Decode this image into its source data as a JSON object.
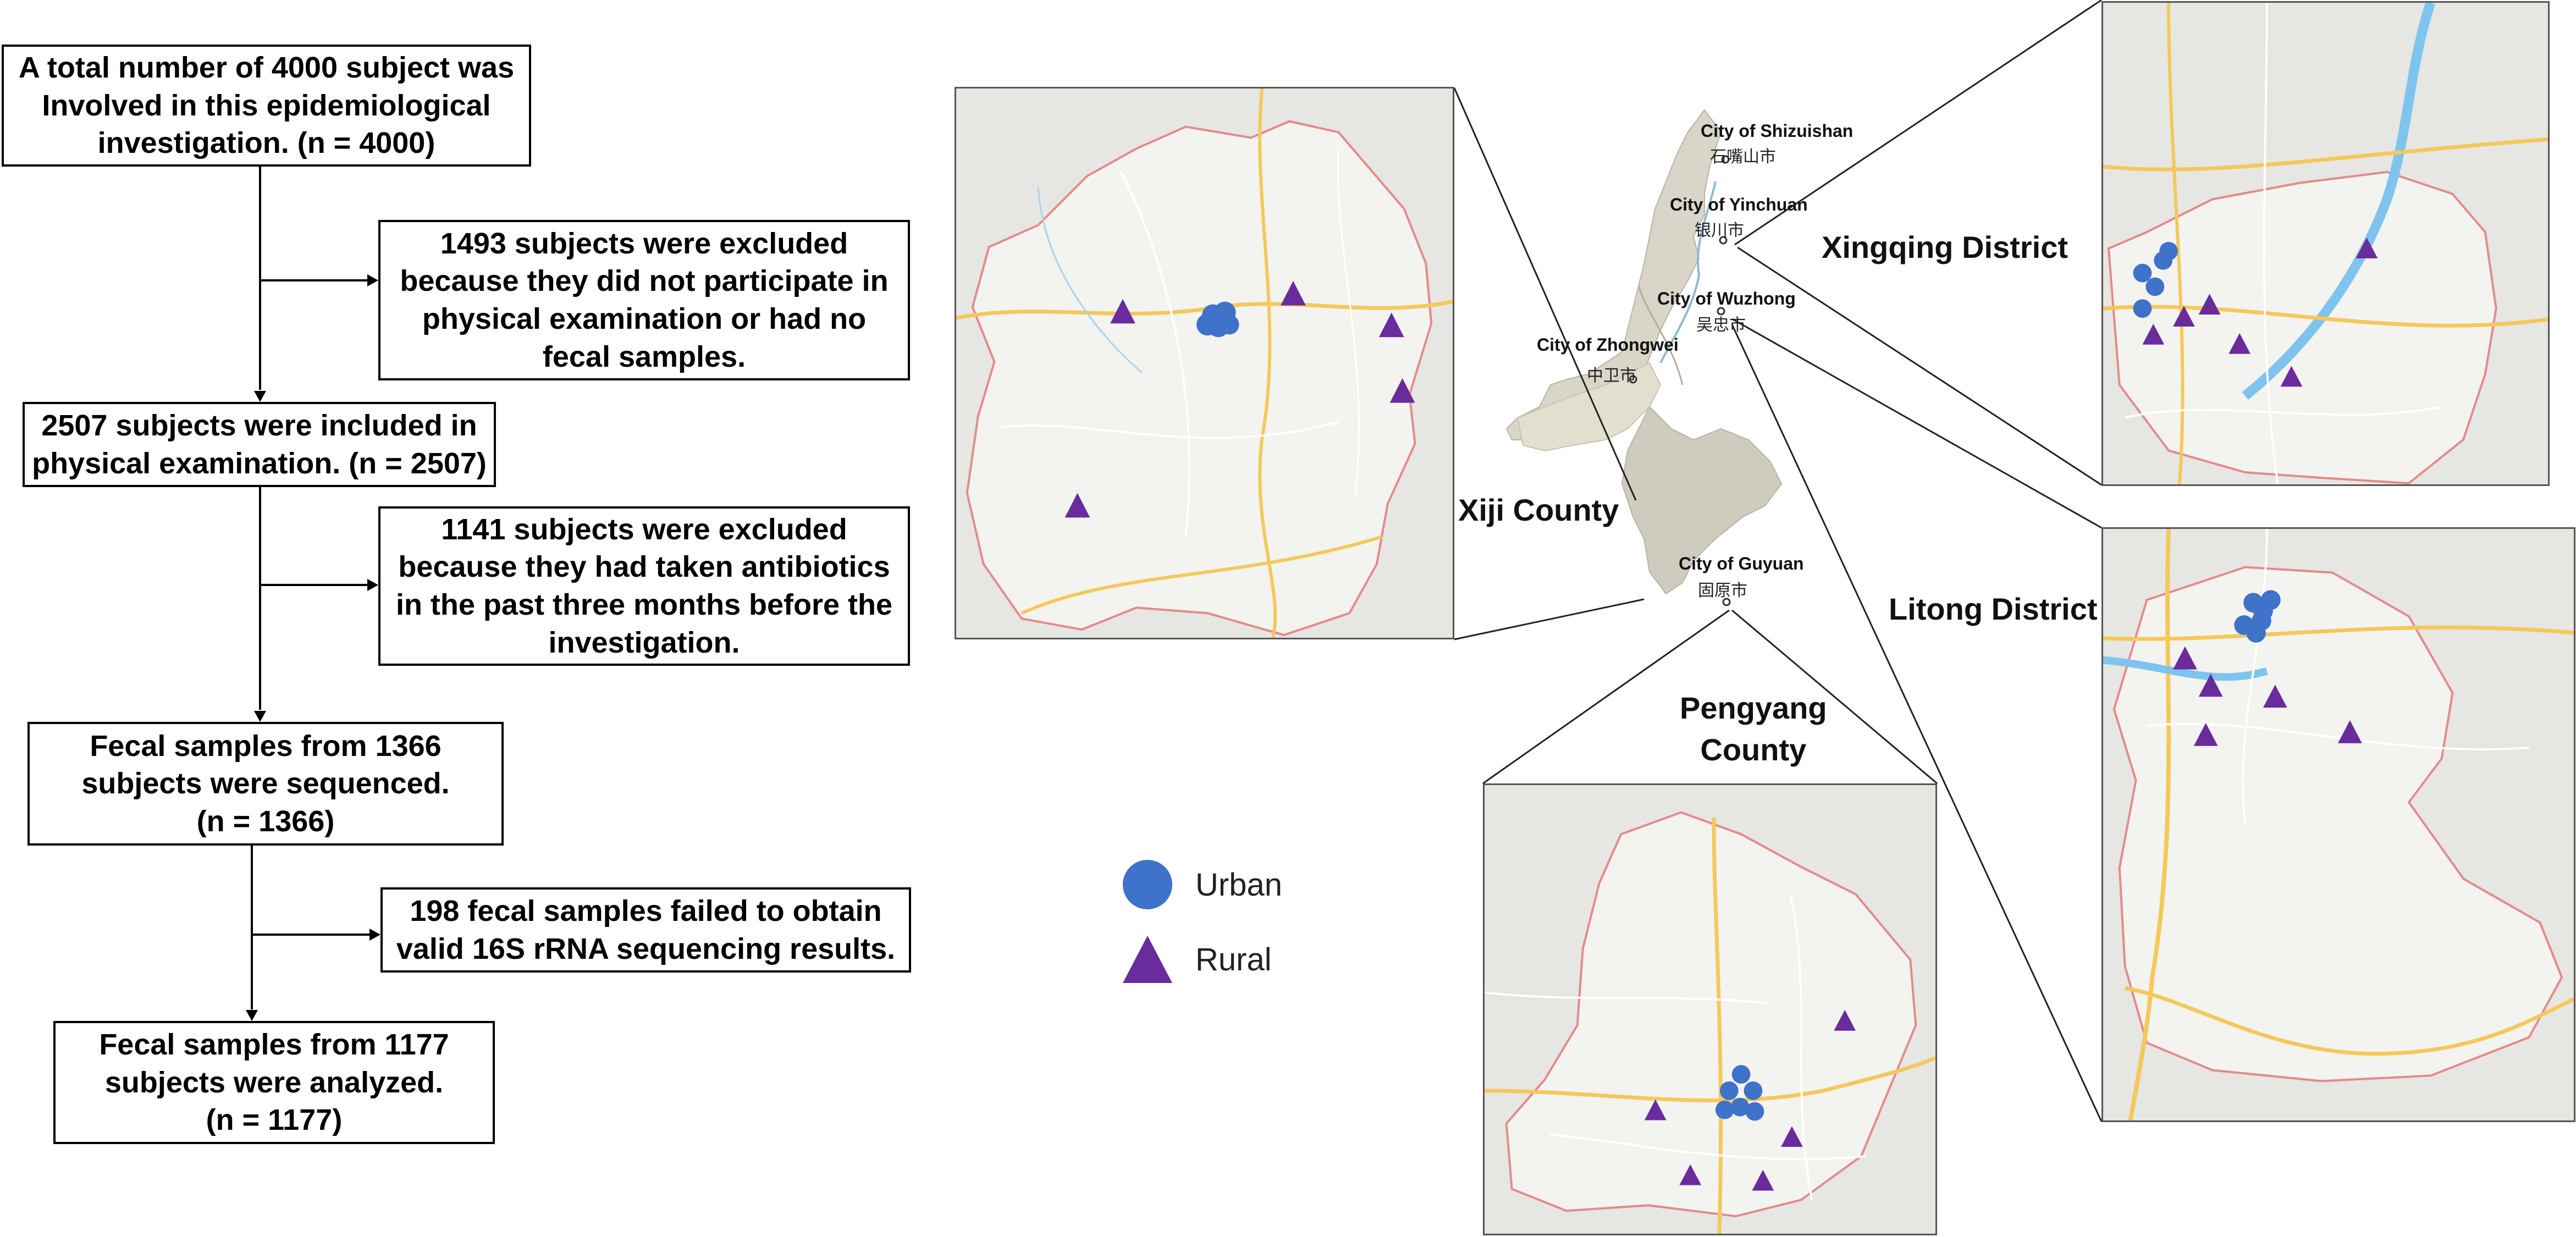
{
  "flowchart": {
    "total": "A total number of 4000 subject was\nInvolved in this epidemiological\ninvestigation.  (n = 4000)",
    "excluded1": "1493 subjects were excluded\nbecause they did not participate in\nphysical examination or had no\nfecal samples.",
    "included": "2507 subjects were included in\nphysical examination. (n = 2507)",
    "excluded2": "1141 subjects were excluded\nbecause they had taken antibiotics\nin the past three months before the\ninvestigation.",
    "sequenced": "Fecal samples from 1366\nsubjects were sequenced.\n(n = 1366)",
    "failed": "198 fecal samples failed to obtain\nvalid 16S rRNA sequencing results.",
    "analyzed": "Fecal samples from 1177\nsubjects were analyzed.\n(n = 1177)"
  },
  "legend": {
    "urban": "Urban",
    "rural": "Rural",
    "urban_color": "#3f72c9",
    "rural_color": "#6a2b9c",
    "urban_icon": "circle-marker-icon",
    "rural_icon": "triangle-marker-icon"
  },
  "regions": {
    "xiji": "Xiji County",
    "xingqing": "Xingqing District",
    "litong": "Litong District",
    "pengyang": "Pengyang\nCounty"
  },
  "cities": {
    "shizuishan": "City of Shizuishan",
    "shizuishan_cn": "石嘴山市",
    "yinchuan": "City of Yinchuan",
    "yinchuan_cn": "银川市",
    "wuzhong": "City of Wuzhong",
    "wuzhong_cn": "吴忠市",
    "zhongwei": "City of Zhongwei",
    "zhongwei_cn": "中卫市",
    "guyuan": "City of Guyuan",
    "guyuan_cn": "固原市"
  }
}
